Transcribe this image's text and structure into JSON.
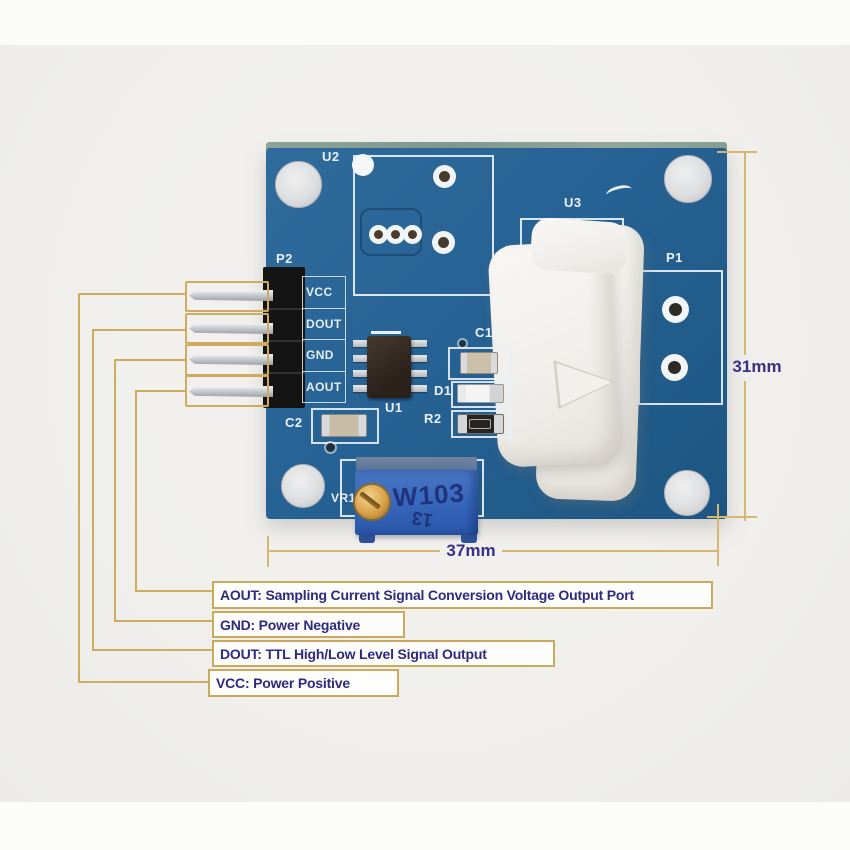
{
  "meta": {
    "description": "Annotated photo of a blue Hall-effect current sensor PCB module with pinout callouts and outline dimensions"
  },
  "board": {
    "refs": {
      "U1": "U1",
      "U2": "U2",
      "U3": "U3",
      "P1": "P1",
      "P2": "P2",
      "C1": "C1",
      "C2": "C2",
      "D1": "D1",
      "R2": "R2",
      "VR1": "VR1"
    },
    "pins": [
      "VCC",
      "DOUT",
      "GND",
      "AOUT"
    ],
    "trimmer": {
      "marking": "W103",
      "side_marking": "13"
    }
  },
  "dimensions": {
    "width": "37mm",
    "height": "31mm"
  },
  "callouts": [
    {
      "pin": "AOUT",
      "text": "AOUT: Sampling Current Signal Conversion Voltage Output Port"
    },
    {
      "pin": "GND",
      "text": "GND: Power Negative"
    },
    {
      "pin": "DOUT",
      "text": "DOUT: TTL High/Low Level Signal Output"
    },
    {
      "pin": "VCC",
      "text": "VCC: Power Positive"
    }
  ],
  "colors": {
    "pcb_blue": "#25618f",
    "annotation_gold": "#cdab61",
    "callout_text": "#2d2a80",
    "dimension_text": "#3a3085",
    "silkscreen_white": "#e9f1f6",
    "trimmer_blue": "#3566bb",
    "sensor_white": "#f1efec"
  }
}
